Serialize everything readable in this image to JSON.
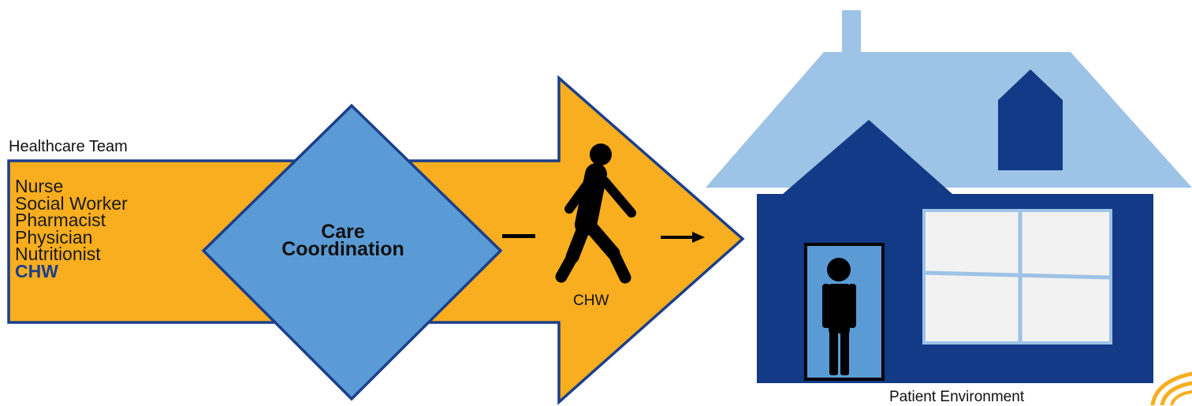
{
  "colors": {
    "arrow_fill": "#f8ae1f",
    "outline": "#1b3f8b",
    "diamond_fill": "#5b9bd5",
    "roof": "#9dc3e6",
    "house_body": "#123a86",
    "window": "#f2f2f2",
    "door_fill": "#5b9bd5",
    "figure": "#000000"
  },
  "icons": [
    "walking-person-icon",
    "standing-person-icon",
    "house-icon",
    "logo-arc-icon"
  ],
  "team": {
    "title": "Healthcare Team",
    "members": [
      "Nurse",
      "Social Worker",
      "Pharmacist",
      "Physician",
      "Nutritionist"
    ],
    "highlighted_member": "CHW"
  },
  "coordination": {
    "label": "Care Coordination"
  },
  "chw": {
    "caption": "CHW"
  },
  "patient": {
    "label": "Patient Environment"
  }
}
